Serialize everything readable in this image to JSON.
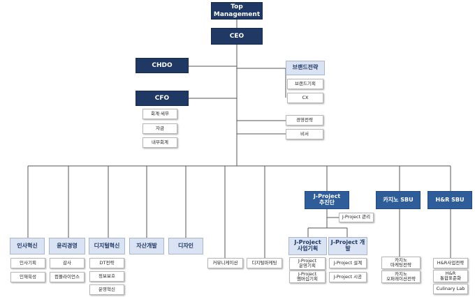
{
  "top_management": "Top\nManagement",
  "ceo": "CEO",
  "chdo": "CHDO",
  "cfo": "CFO",
  "cfo_units": [
    "회계·세무",
    "자금",
    "내부회계"
  ],
  "brand": {
    "title": "브랜드전략",
    "units": [
      "브랜드기획",
      "CX"
    ]
  },
  "staff_units": [
    "경영전략",
    "비서"
  ],
  "divisions": {
    "hr": {
      "title": "인사혁신",
      "units": [
        "인사기획",
        "인재육성"
      ]
    },
    "ethics": {
      "title": "윤리경영",
      "units": [
        "감사",
        "컴플라이언스"
      ]
    },
    "digital": {
      "title": "디지털혁신",
      "units": [
        "DT전략",
        "정보보호",
        "운영혁신"
      ]
    },
    "asset": {
      "title": "자산개발"
    },
    "design": {
      "title": "디자인"
    },
    "communication": "커뮤니케이션",
    "digital_marketing": "디지털마케팅"
  },
  "jproject": {
    "title": "J-Project\n추진단",
    "mgmt": "J-Project 관리",
    "business": {
      "title": "J-Project\n사업기획",
      "units": [
        "J-Project\n운영기획",
        "J-Project\n멤버십기획"
      ]
    },
    "development": {
      "title": "J-Project 개발",
      "units": [
        "J-Project 설계",
        "J-Project 시공"
      ]
    }
  },
  "casino": {
    "title": "카지노 SBU",
    "units": [
      "카지노\n마케팅전략",
      "카지노\n오퍼레이션전략"
    ]
  },
  "hnr": {
    "title": "H&R SBU",
    "units": [
      "H&R사업전략",
      "H&R\n통합표준화",
      "Culinary Lab"
    ]
  }
}
